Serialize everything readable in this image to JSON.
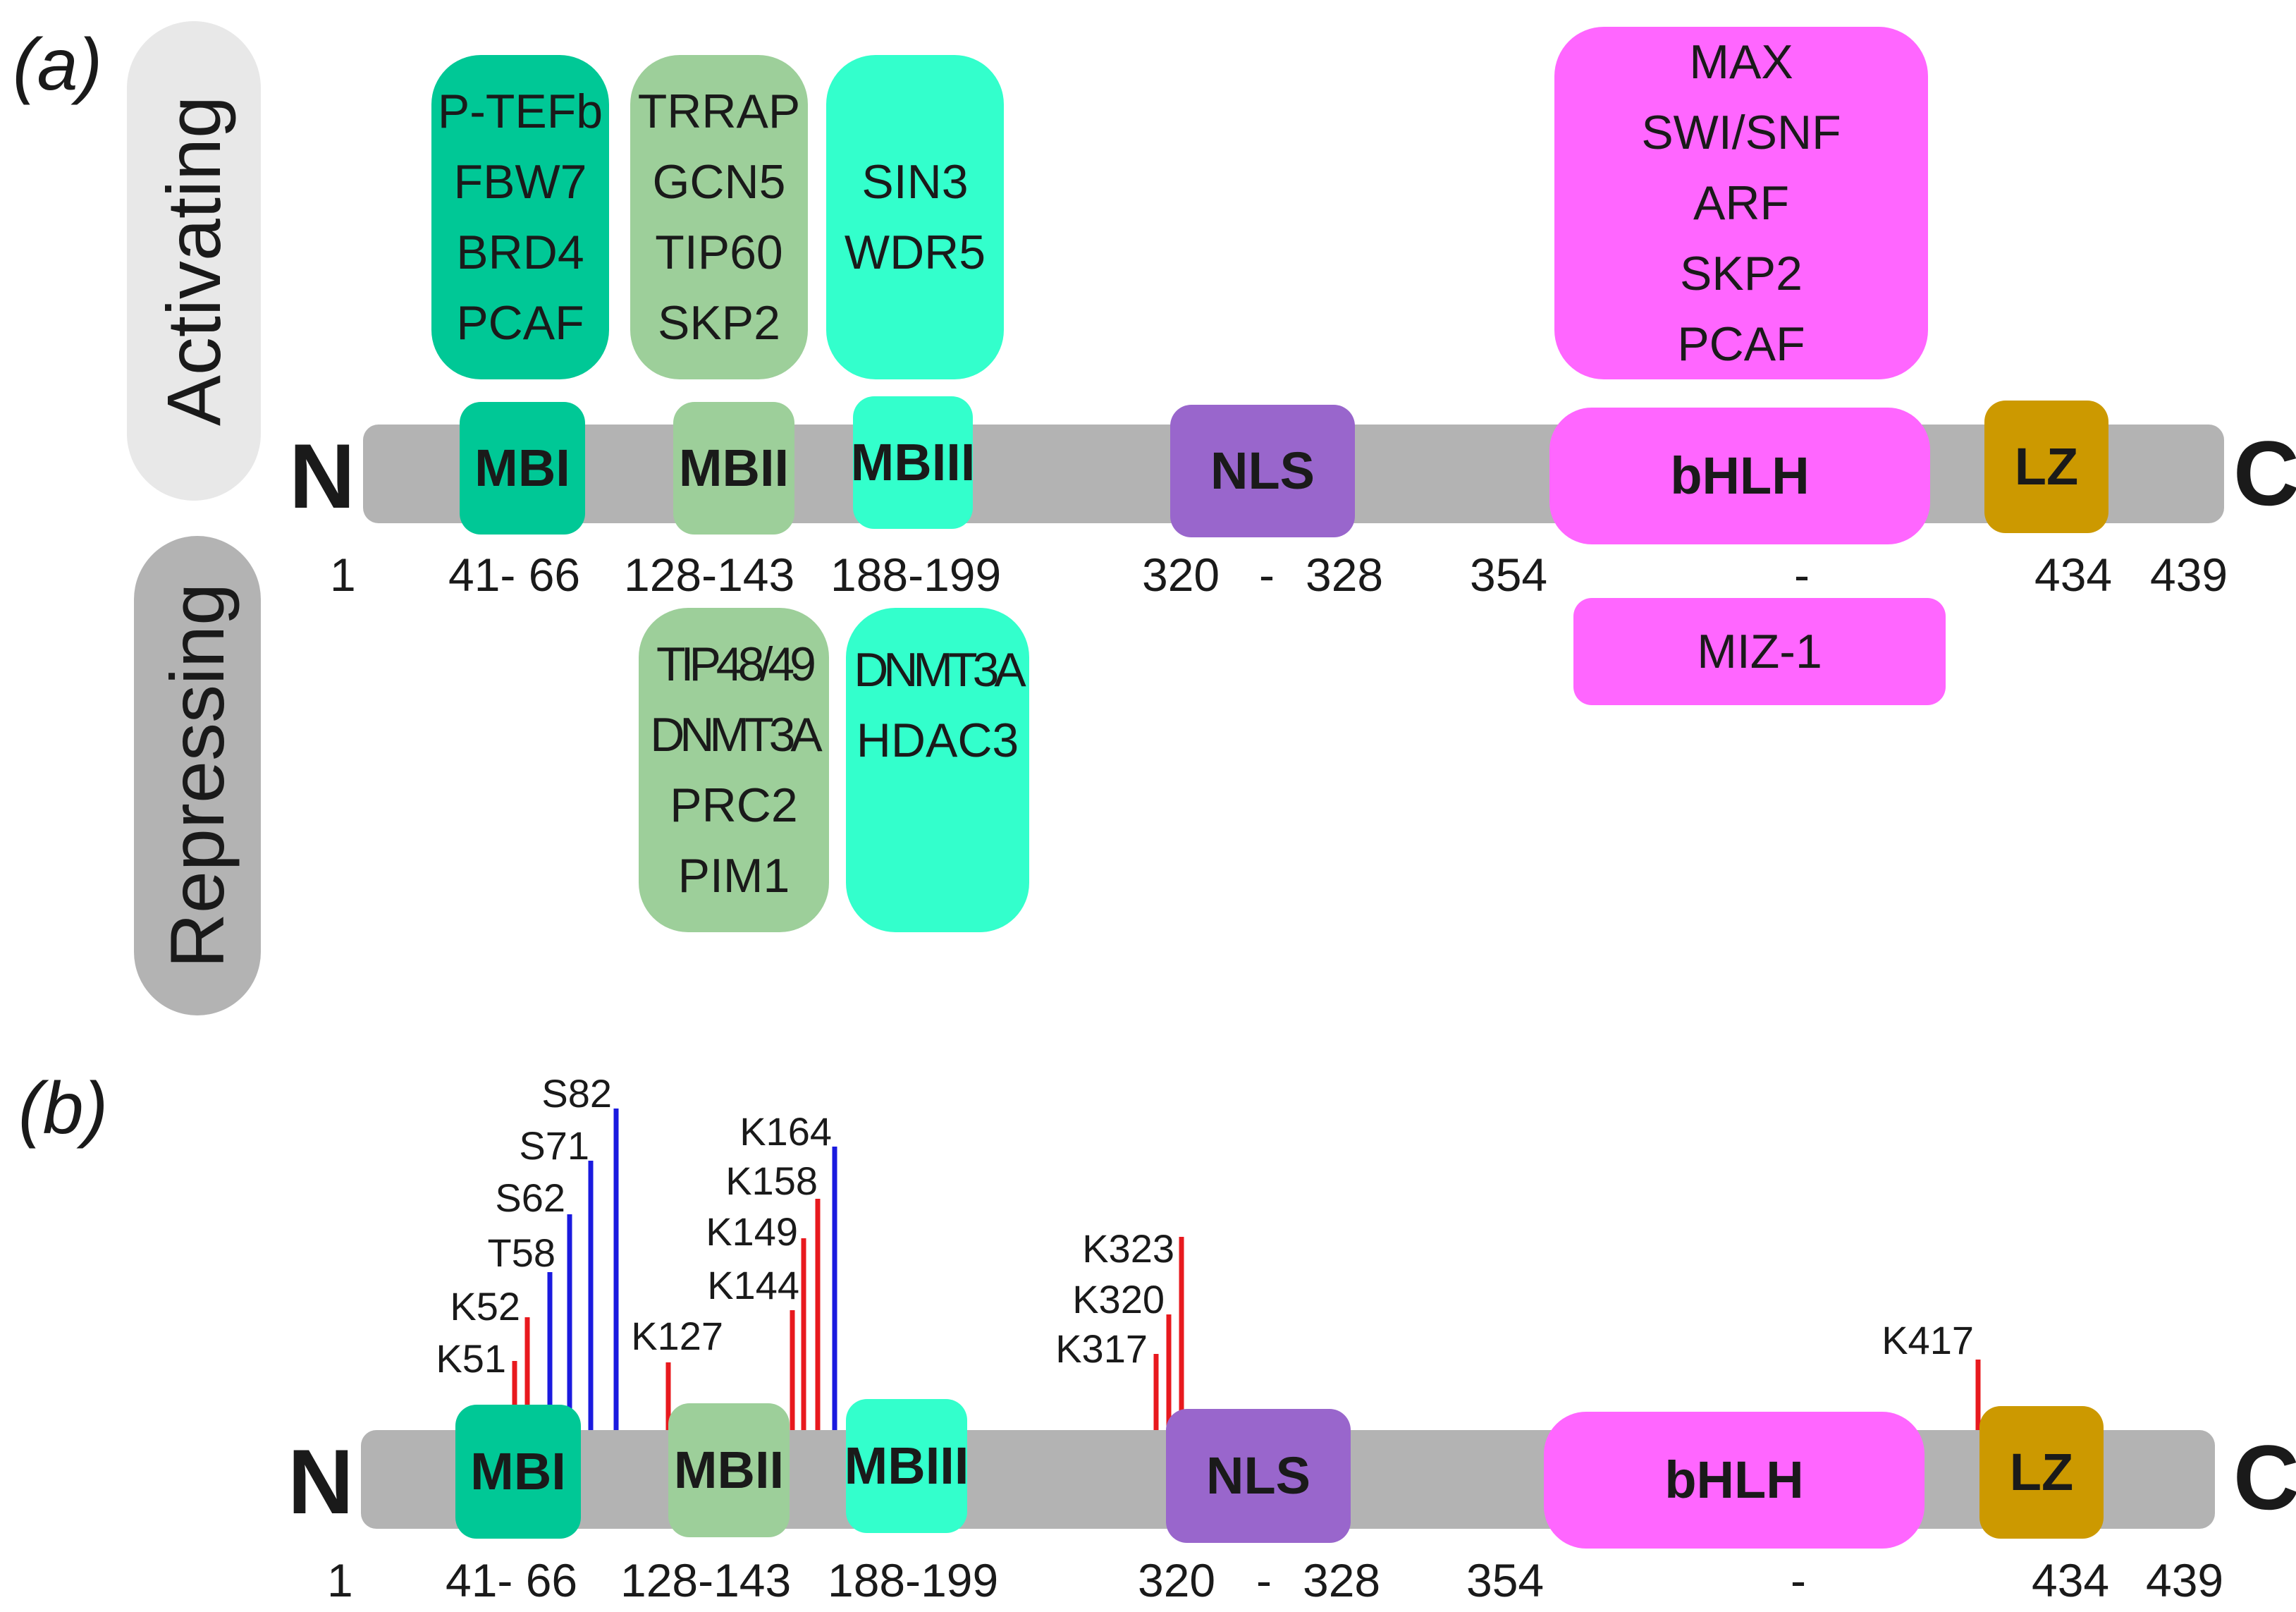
{
  "panels": {
    "a": {
      "label": "(a)",
      "activating_label": "Activating",
      "repressing_label": "Repressing"
    },
    "b": {
      "label": "(b)"
    }
  },
  "protein": {
    "n_terminus": "N",
    "c_terminus": "C",
    "domains": {
      "mbi": "MBI",
      "mbii": "MBII",
      "mbiii": "MBIII",
      "nls": "NLS",
      "bhlh": "bHLH",
      "lz": "LZ"
    },
    "positions": {
      "start": "1",
      "mbi_range": "41- 66",
      "mbii_range": "128-143",
      "mbiii_range": "188-199",
      "nls_start": "320",
      "nls_dash": "-",
      "nls_end": "328",
      "bhlh_start": "354",
      "bhlh_dash": "-",
      "lz_end": "434",
      "end": "439"
    }
  },
  "interactors": {
    "activating": {
      "mbi": [
        "P-TEFb",
        "FBW7",
        "BRD4",
        "PCAF"
      ],
      "mbii": [
        "TRRAP",
        "GCN5",
        "TIP60",
        "SKP2"
      ],
      "mbiii": [
        "SIN3",
        "WDR5"
      ],
      "bhlh": [
        "MAX",
        "SWI/SNF",
        "ARF",
        "SKP2",
        "PCAF"
      ]
    },
    "repressing": {
      "mbii": [
        "TIP48/49",
        "DNMT3A",
        "PRC2",
        "PIM1"
      ],
      "mbiii": [
        "DNMT3A",
        "HDAC3"
      ],
      "bhlh": [
        "MIZ-1"
      ]
    }
  },
  "modification_sites": [
    {
      "label": "K51",
      "color": "#e8191e"
    },
    {
      "label": "K52",
      "color": "#e8191e"
    },
    {
      "label": "T58",
      "color": "#1a1adf"
    },
    {
      "label": "S62",
      "color": "#1a1adf"
    },
    {
      "label": "S71",
      "color": "#1a1adf"
    },
    {
      "label": "S82",
      "color": "#1a1adf"
    },
    {
      "label": "K127",
      "color": "#e8191e"
    },
    {
      "label": "K144",
      "color": "#e8191e"
    },
    {
      "label": "K149",
      "color": "#e8191e"
    },
    {
      "label": "K158",
      "color": "#e8191e"
    },
    {
      "label": "K164",
      "color": "#1a1adf"
    },
    {
      "label": "K317",
      "color": "#e8191e"
    },
    {
      "label": "K320",
      "color": "#e8191e"
    },
    {
      "label": "K323",
      "color": "#e8191e"
    },
    {
      "label": "K417",
      "color": "#e8191e"
    }
  ],
  "colors": {
    "mbi": "#00c896",
    "mbi_box": "#00c896",
    "mbii": "#9dcf9a",
    "mbiii": "#33ffcc",
    "nls": "#9966cc",
    "bhlh": "#ff66ff",
    "lz": "#cc9900",
    "backbone": "#b3b3b3",
    "activating_bg": "#e8e8e8",
    "repressing_bg": "#b3b3b3"
  }
}
